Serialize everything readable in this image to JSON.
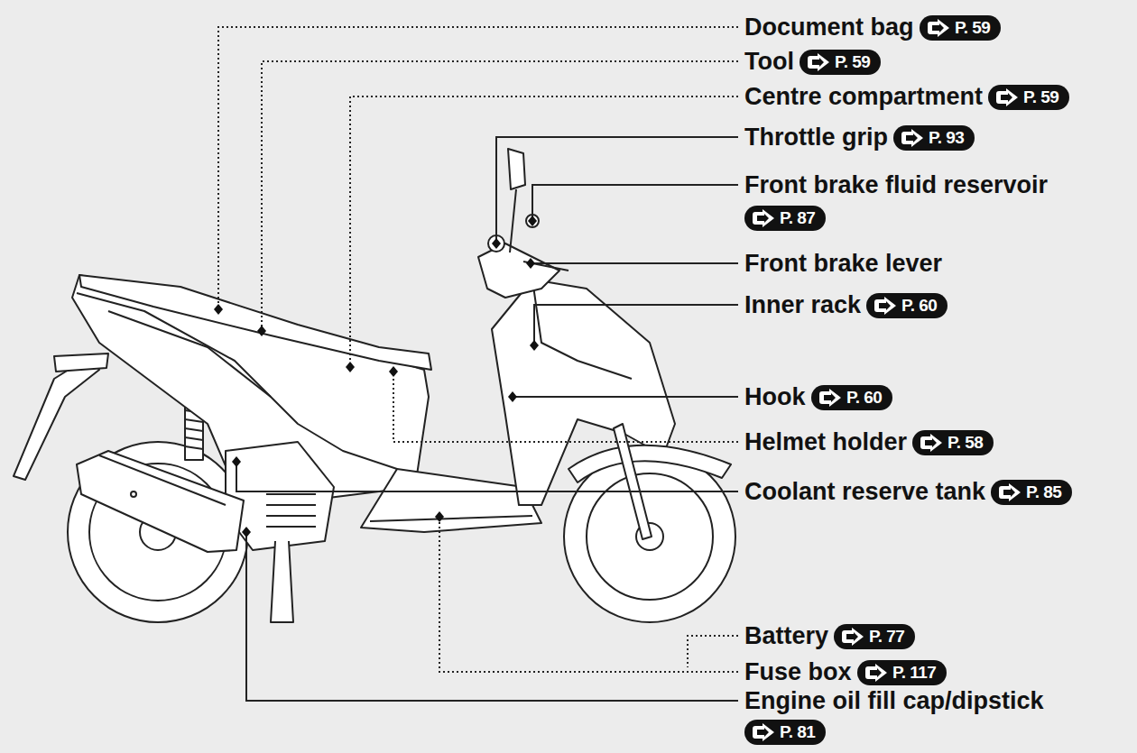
{
  "diagram": {
    "nodes": [
      {
        "text": [
          "P. 59"
        ]
      },
      {
        "text": [
          "P. 59"
        ]
      },
      {
        "text": [
          "P. 59"
        ]
      },
      {
        "text": [
          "P. 93"
        ]
      },
      {
        "text": [
          "P. 87"
        ]
      },
      {
        "text": [
          "P. 60"
        ]
      },
      {
        "text": [
          "P. 60"
        ]
      },
      {
        "text": [
          "P. 58"
        ]
      },
      {
        "text": [
          "P. 85"
        ]
      },
      {
        "text": [
          "P. 77"
        ]
      },
      {
        "text": [
          "P. 117"
        ]
      },
      {
        "text": [
          "P. 81"
        ]
      }
    ],
    "labels": [
      "Document bag",
      "Tool",
      "Centre compartment",
      "Throttle grip",
      "Front brake fluid reservoir",
      "Front brake lever",
      "Inner rack",
      "Hook",
      "Helmet holder",
      "Coolant reserve tank",
      "Battery",
      "Fuse box",
      "Engine oil fill cap/dipstick"
    ]
  }
}
